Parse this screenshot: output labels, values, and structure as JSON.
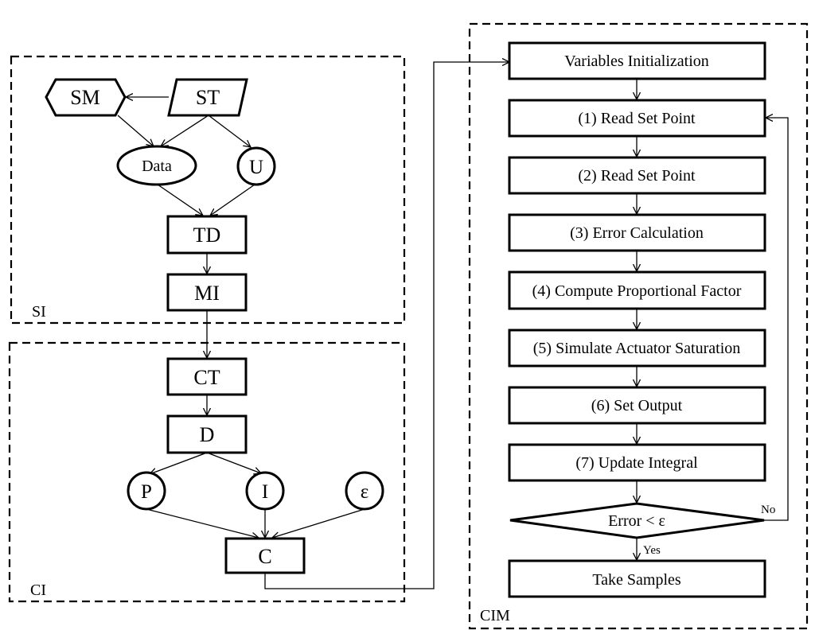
{
  "regions": {
    "si": "SI",
    "ci": "CI",
    "cim": "CIM"
  },
  "si_nodes": {
    "sm": "SM",
    "st": "ST",
    "data": "Data",
    "u": "U",
    "td": "TD",
    "mi": "MI"
  },
  "ci_nodes": {
    "ct": "CT",
    "d": "D",
    "p": "P",
    "i": "I",
    "eps": "ε",
    "c": "C"
  },
  "cim_steps": {
    "init": "Variables Initialization",
    "s1": "(1) Read Set Point",
    "s2": "(2) Read Set Point",
    "s3": "(3) Error Calculation",
    "s4": "(4) Compute Proportional Factor",
    "s5": "(5) Simulate Actuator Saturation",
    "s6": "(6) Set Output",
    "s7": "(7) Update Integral",
    "decision": "Error < ε",
    "samples": "Take Samples"
  },
  "branch": {
    "no": "No",
    "yes": "Yes"
  }
}
